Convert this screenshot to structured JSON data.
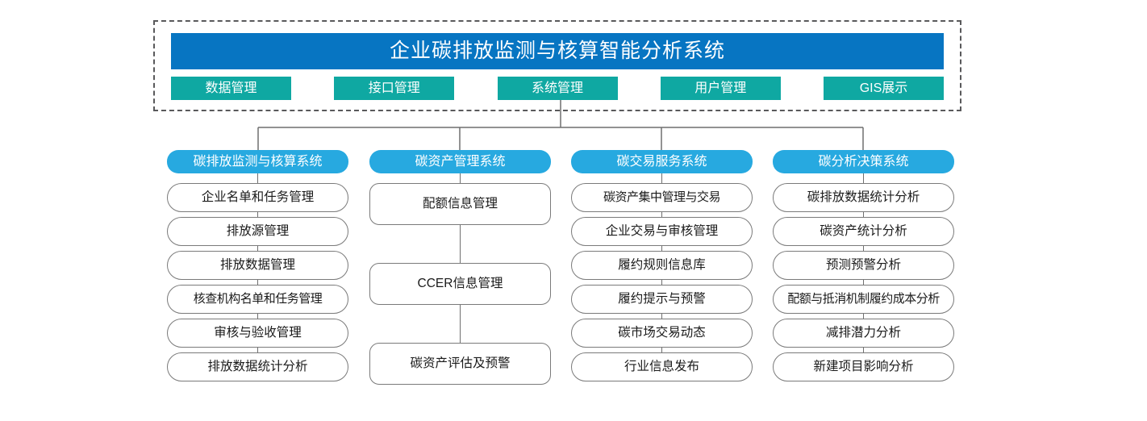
{
  "platform": {
    "title": "企业碳排放监测与核算智能分析系统",
    "tabs": [
      {
        "label": "数据管理"
      },
      {
        "label": "接口管理"
      },
      {
        "label": "系统管理"
      },
      {
        "label": "用户管理"
      },
      {
        "label": "GIS展示"
      }
    ]
  },
  "colors": {
    "title_banner": "#0775c2",
    "tab": "#0fa8a2",
    "subsystem_header": "#27a9e0",
    "box_border": "#7a7a7a",
    "connector": "#6f6f6f",
    "dashed_frame": "#59595b"
  },
  "subsystems": [
    {
      "header": "碳排放监测与核算系统",
      "items": [
        "企业名单和任务管理",
        "排放源管理",
        "排放数据管理",
        "核查机构名单和任务管理",
        "审核与验收管理",
        "排放数据统计分析"
      ]
    },
    {
      "header": "碳资产管理系统",
      "items": [
        "配额信息管理",
        "CCER信息管理",
        "碳资产评估及预警"
      ]
    },
    {
      "header": "碳交易服务系统",
      "items": [
        "碳资产集中管理与交易",
        "企业交易与审核管理",
        "履约规则信息库",
        "履约提示与预警",
        "碳市场交易动态",
        "行业信息发布"
      ]
    },
    {
      "header": "碳分析决策系统",
      "items": [
        "碳排放数据统计分析",
        "碳资产统计分析",
        "预测预警分析",
        "配额与抵消机制履约成本分析",
        "减排潜力分析",
        "新建项目影响分析"
      ]
    }
  ]
}
